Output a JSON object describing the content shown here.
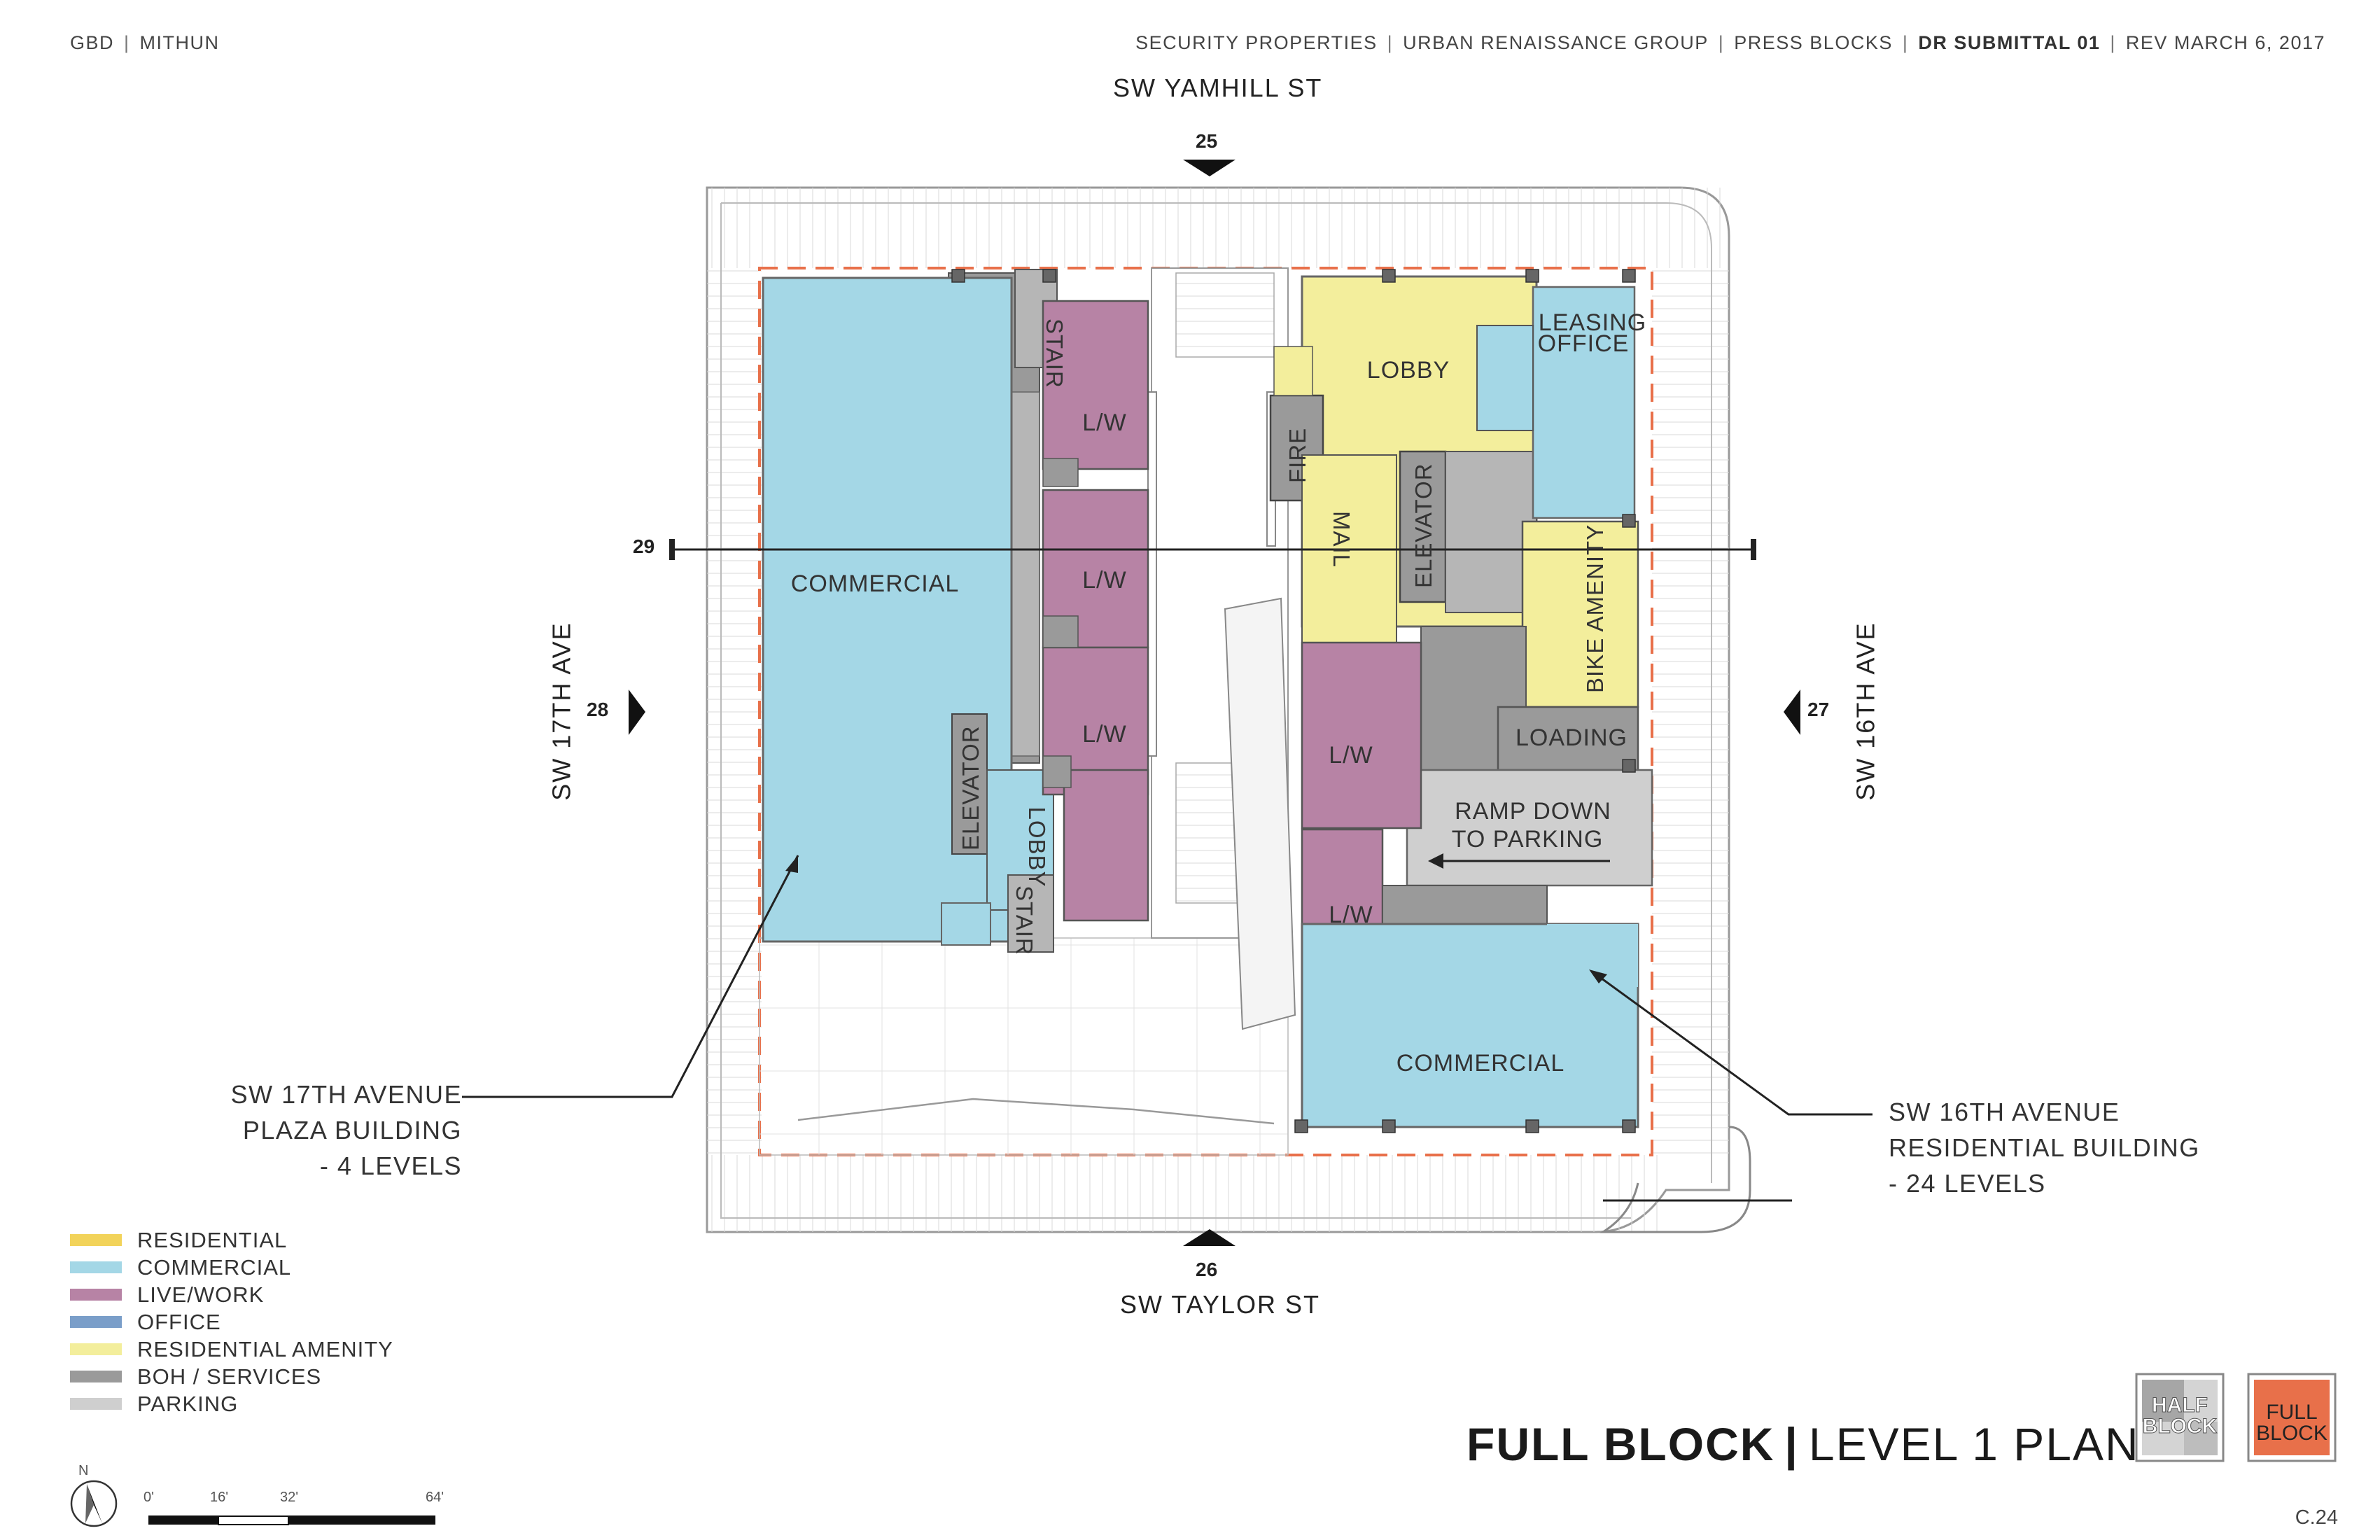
{
  "header": {
    "left": [
      "GBD",
      "MITHUN"
    ],
    "right": [
      "SECURITY PROPERTIES",
      "URBAN RENAISSANCE GROUP",
      "PRESS BLOCKS",
      "DR SUBMITTAL 01",
      "REV MARCH 6, 2017"
    ]
  },
  "streets": {
    "north": "SW YAMHILL ST",
    "south": "SW TAYLOR ST",
    "west": "SW 17TH AVE",
    "east": "SW 16TH AVE"
  },
  "sections": {
    "north": "25",
    "south": "26",
    "east": "27",
    "west": "28",
    "cut": "29"
  },
  "rooms": {
    "commercial_west": "COMMERCIAL",
    "stair_north": "STAIR",
    "stair_south": "STAIR",
    "lw_1": "L/W",
    "lw_2": "L/W",
    "lw_3": "L/W",
    "lw_4": "L/W",
    "lw_5": "L/W",
    "elevator_west": "ELEVATOR",
    "lobby_west": "LOBBY",
    "lobby_east": "LOBBY",
    "leasing_1": "LEASING",
    "leasing_2": "OFFICE",
    "fire": "FIRE",
    "mail": "MAIL",
    "elevator_east": "ELEVATOR",
    "bike": "BIKE AMENITY",
    "loading": "LOADING",
    "ramp_1": "RAMP DOWN",
    "ramp_2": "TO PARKING",
    "commercial_east": "COMMERCIAL"
  },
  "callouts": {
    "west": [
      "SW 17TH AVENUE",
      "PLAZA BUILDING",
      "- 4 LEVELS"
    ],
    "east": [
      "SW 16TH AVENUE",
      "RESIDENTIAL BUILDING",
      "- 24 LEVELS"
    ]
  },
  "legend": [
    {
      "label": "RESIDENTIAL",
      "color": "#f2d35a"
    },
    {
      "label": "COMMERCIAL",
      "color": "#a4d7e6"
    },
    {
      "label": "LIVE/WORK",
      "color": "#b783a5"
    },
    {
      "label": "OFFICE",
      "color": "#7a9ec9"
    },
    {
      "label": "RESIDENTIAL AMENITY",
      "color": "#f3ee9c"
    },
    {
      "label": "BOH / SERVICES",
      "color": "#9a9a9a"
    },
    {
      "label": "PARKING",
      "color": "#cfcfcf"
    }
  ],
  "scale": {
    "ticks": [
      "0'",
      "16'",
      "32'",
      "64'"
    ],
    "north_label": "N"
  },
  "badges": {
    "half": [
      "HALF",
      "BLOCK"
    ],
    "full": [
      "FULL",
      "BLOCK"
    ],
    "half_color": "#a6a6a6",
    "full_color": "#e8704a"
  },
  "title": {
    "bold": "FULL BLOCK",
    "rest": "LEVEL 1 PLAN"
  },
  "page": "C.24",
  "colors": {
    "commercial": "#a4d7e6",
    "livework": "#b783a5",
    "residential": "#f3ee9c",
    "amenity": "#f3ee9c",
    "boh": "#9a9a9a",
    "light_boh": "#cfcfcf",
    "property_line": "#e8704a"
  }
}
